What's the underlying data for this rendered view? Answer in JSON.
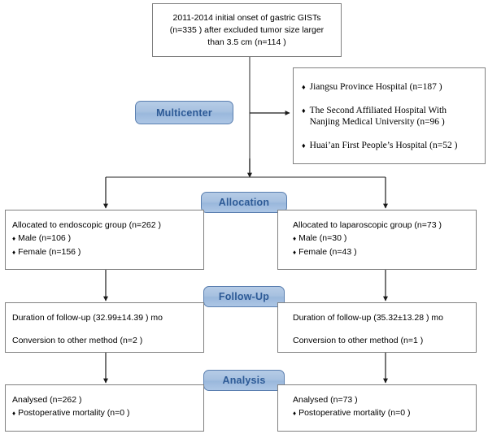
{
  "diagram": {
    "title": "CONSORT-style patient flow diagram for gastric GISTs",
    "accent_blue": "#9ab8dc",
    "accent_text_blue": "#2d5a96",
    "border_gray": "#808080",
    "background": "#ffffff"
  },
  "enrollment": {
    "lines": [
      "2011-2014 initial onset of gastric GISTs",
      "(n=335 ) after excluded tumor size larger",
      "than 3.5 cm (n=114 )"
    ]
  },
  "stage_labels": {
    "multicenter": "Multicenter",
    "allocation": "Allocation",
    "followup": "Follow-Up",
    "analysis": "Analysis"
  },
  "centers": {
    "bullet_glyph": "♦",
    "items": [
      "Jiangsu Province Hospital (n=187  )",
      "The Second Affiliated Hospital With\n    Nanjing Medical University (n=96  )",
      "Huai’an First People’s Hospital (n=52  )"
    ]
  },
  "allocation": {
    "left": {
      "header": "Allocated to endoscopic group (n=262  )",
      "bullet_glyph": "♦",
      "items": [
        "Male (n=106 )",
        "Female (n=156 )"
      ]
    },
    "right": {
      "header": "Allocated to laparoscopic group (n=73  )",
      "bullet_glyph": "♦",
      "items": [
        "Male (n=30  )",
        "Female  (n=43  )"
      ]
    }
  },
  "followup": {
    "left": {
      "duration": "Duration of follow-up  (32.99±14.39 ) mo",
      "conversion": "Conversion to other method  (n=2  )"
    },
    "right": {
      "duration": "Duration of follow-up (35.32±13.28 ) mo",
      "conversion": "Conversion to other method  (n=1  )"
    }
  },
  "analysis": {
    "left": {
      "header": "Analysed  (n=262  )",
      "bullet_glyph": "♦",
      "items": [
        "Postoperative mortality (n=0  )"
      ]
    },
    "right": {
      "header": "Analysed  (n=73  )",
      "bullet_glyph": "♦",
      "items": [
        "Postoperative mortality (n=0  )"
      ]
    }
  }
}
